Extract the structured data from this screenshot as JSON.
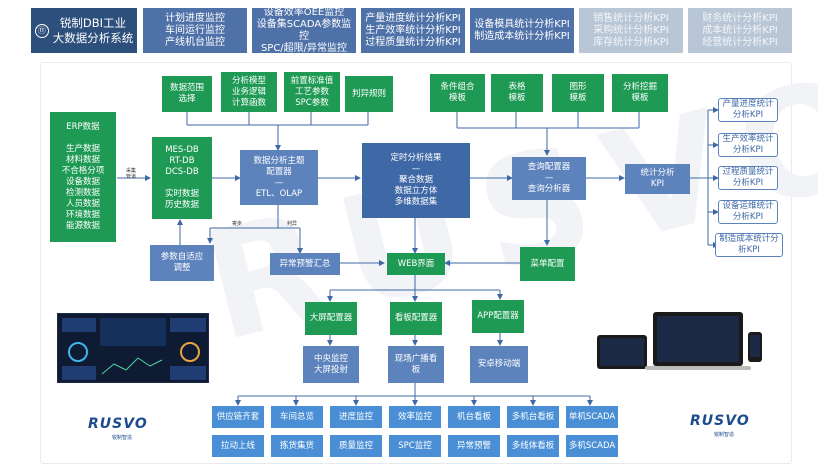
{
  "header": {
    "title_num": "⑪",
    "title": "锐制DBI工业\n大数据分析系统",
    "tabs": [
      {
        "label": "计划进度监控\n车间运行监控\n产线机台监控",
        "state": "active"
      },
      {
        "label": "设备效率OEE监控\n设备集SCADA参数监控\nSPC/超限/异常监控",
        "state": "active"
      },
      {
        "label": "产量进度统计分析KPI\n生产效率统计分析KPI\n过程质量统计分析KPI",
        "state": "active"
      },
      {
        "label": "设备模具统计分析KPI\n制造成本统计分析KPI",
        "state": "active"
      },
      {
        "label": "销售统计分析KPI\n采购统计分析KPI\n库存统计分析KPI",
        "state": "inactive"
      },
      {
        "label": "财务统计分析KPI\n成本统计分析KPI\n经营统计分析KPI",
        "state": "inactive"
      }
    ]
  },
  "watermark": "RUSVO",
  "diagram": {
    "erp": "ERP数据\n\n生产数据\n材料数据\n不合格分项\n设备数据\n检测数据\n人员数据\n环境数据\n能源数据",
    "collect_label": "采集\n管道",
    "mes": "MES-DB\nRT-DB\nDCS-DB\n\n实时数据\n历史数据",
    "top_green": [
      "数据范围\n选择",
      "分析模型\n业务逻辑\n计算函数",
      "前置标准值\n工艺参数\nSPC参数",
      "判异规则"
    ],
    "top_right_green": [
      "条件组合\n模板",
      "表格\n模板",
      "图形\n模板",
      "分析挖掘\n模板"
    ],
    "theme_config": "数据分析主题\n配置器\n—\nETL、OLAP",
    "timed_results": "定时分析结果\n—\n聚合数据\n数据立方体\n多维数据集",
    "query": "查询配置器\n—\n查询分析器",
    "stat_kpi": "统计分析\nKPI",
    "kpis": [
      "产量进度统计\n分析KPI",
      "生产效率统计\n分析KPI",
      "过程质量统计\n分析KPI",
      "设备运维统计\n分析KPI",
      "制造成本统计分\n析KPI"
    ],
    "param_adjust": "参数自适应\n调整",
    "alarm": "异常预警汇总",
    "web": "WEB界面",
    "menu": "菜单配置",
    "feedback_label": "寄步",
    "judge_label": "判异",
    "configs": [
      "大屏配置器",
      "看板配置器",
      "APP配置器"
    ],
    "outputs": [
      "中央监控\n大屏投射",
      "现场广播看\n板",
      "安卓移动端"
    ],
    "tiles_row1": [
      "供应链齐套",
      "车间总览",
      "进度监控",
      "效率监控",
      "机台看板",
      "多机台看板",
      "单机SCADA"
    ],
    "tiles_row2": [
      "拉动上线",
      "拣货集货",
      "质量监控",
      "SPC监控",
      "异常预警",
      "多线体看板",
      "多机SCADA"
    ]
  },
  "logos": {
    "brand": "RUSVO",
    "sub": "锐制智造"
  },
  "colors": {
    "green": "#1f9a55",
    "blue": "#3f68a7",
    "tile": "#4a8fd6",
    "header": "#4e71a8"
  }
}
